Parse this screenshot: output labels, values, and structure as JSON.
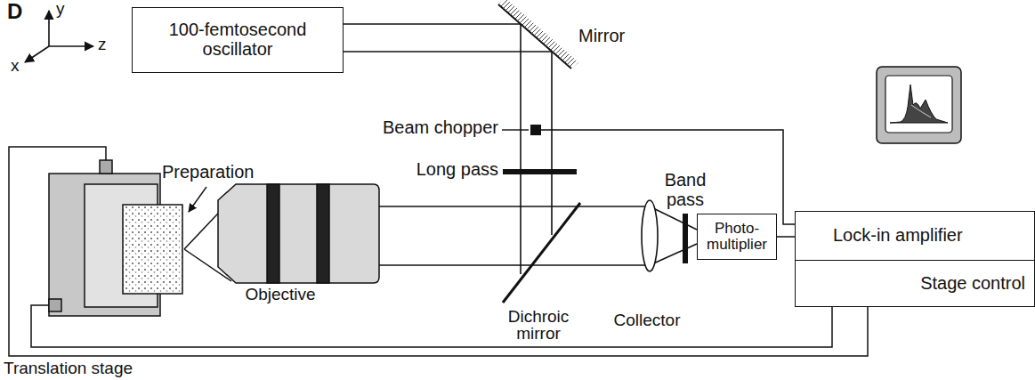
{
  "diagram": {
    "nodes": [
      {
        "text": [
          "100-femtosecond oscillator"
        ]
      },
      {
        "text": [
          "Photo-multiplier"
        ]
      },
      {
        "text": [
          "Lock-in amplifier"
        ]
      },
      {
        "text": [
          "Stage control"
        ]
      }
    ],
    "edges": [
      {
        "from": 1,
        "to": 2,
        "arrow": "none"
      }
    ],
    "labels": [
      "D",
      "y",
      "x",
      "z",
      "Mirror",
      "Beam chopper",
      "Long pass",
      "Preparation",
      "Band pass",
      "Objective",
      "Dichroic mirror",
      "Collector",
      "Translation stage"
    ]
  }
}
